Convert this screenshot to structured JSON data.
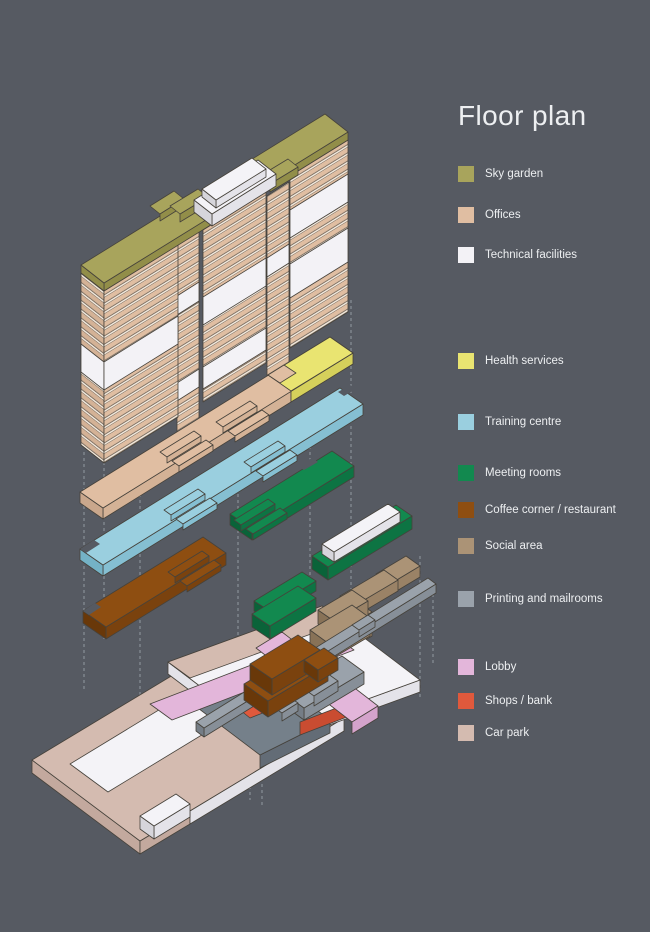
{
  "title": "Floor plan",
  "colors": {
    "background": "#565a62",
    "text": "#edeff1",
    "dashed": "#9aa0a8",
    "sky": "#a8a45c",
    "sky_side": "#928e49",
    "offices": "#e0bea2",
    "offices_light": "#f3eade",
    "offices_dark_line": "#5f584f",
    "offices_side": "#d4b296",
    "offices_end": "#c9a78c",
    "technical": "#f3f2f6",
    "health": "#e9e471",
    "health_side": "#d5d05b",
    "training": "#9acfdf",
    "training_side": "#85bfd2",
    "training_dark": "#74b2c6",
    "meeting": "#12894f",
    "meeting_side": "#0d7443",
    "meeting_dark": "#0a6339",
    "coffee": "#8e4e11",
    "coffee_side": "#7a420e",
    "coffee_dark": "#693809",
    "social": "#ab9376",
    "social_side": "#9a8266",
    "social_dark": "#887257",
    "printing": "#9aa2ab",
    "printing_side": "#878f98",
    "printing_dark": "#757d86",
    "lobby": "#e3b6da",
    "lobby_side": "#d4a3cb",
    "shops": "#e0593c",
    "shops_side": "#c94c31",
    "carpark": "#d4bbb0",
    "carpark_side": "#c3a99e",
    "white_top": "#f4f3f7",
    "white_side": "#e4e3e9",
    "white_dark": "#d6d5db",
    "gray_area": "#75808a",
    "gray_area_side": "#636c76"
  },
  "legend": {
    "items": [
      {
        "label": "Sky garden",
        "color": "#a8a45c"
      },
      {
        "label": "Offices",
        "color": "#e0bea2"
      },
      {
        "label": "Technical facilities",
        "color": "#f3f2f6"
      },
      {
        "label": "Health services",
        "color": "#e9e471"
      },
      {
        "label": "Training centre",
        "color": "#9acfdf"
      },
      {
        "label": "Meeting rooms",
        "color": "#12894f"
      },
      {
        "label": "Coffee corner / restaurant",
        "color": "#8e4e11"
      },
      {
        "label": "Social area",
        "color": "#ab9376"
      },
      {
        "label": "Printing and mailrooms",
        "color": "#9aa2ab"
      },
      {
        "label": "Lobby",
        "color": "#e3b6da"
      },
      {
        "label": "Shops / bank",
        "color": "#e0593c"
      },
      {
        "label": "Car park",
        "color": "#d4bbb0"
      }
    ]
  }
}
